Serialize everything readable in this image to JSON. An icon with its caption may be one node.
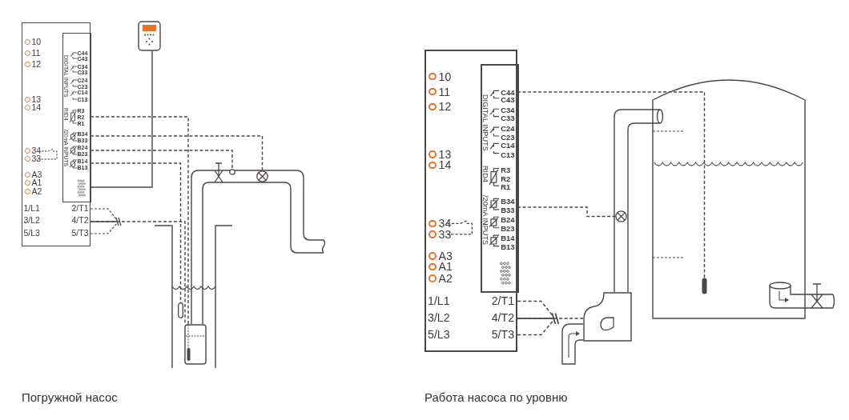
{
  "diagram": {
    "nodes": [
      {
        "text": [
          "10",
          "11",
          "12",
          "13",
          "14",
          "34",
          "33",
          "A3",
          "A1",
          "A2",
          "1/L1",
          "2/T1",
          "3/L2",
          "4/T2",
          "5/L3",
          "5/T3"
        ]
      },
      {
        "text": [
          "DIGITAL INPUTS",
          "C44",
          "C43",
          "C34",
          "C33",
          "C24",
          "C23",
          "C14",
          "C13",
          "RID4",
          "R3",
          "R2",
          "R1",
          "/20mA INPUTS",
          "B34",
          "B33",
          "B24",
          "B23",
          "B14",
          "B13"
        ],
        "in": 0
      },
      {
        "text": [],
        "shape": "picture"
      },
      {
        "text": [],
        "shape": "circle"
      },
      {
        "text": [],
        "shape": "circle"
      },
      {
        "text": [],
        "shape": "box"
      },
      {
        "text": [],
        "shape": "picture"
      },
      {
        "text": [
          "10",
          "11",
          "12",
          "13",
          "14",
          "34",
          "33",
          "A3",
          "A1",
          "A2",
          "1/L1",
          "2/T1",
          "3/L2",
          "4/T2",
          "5/L3",
          "5/T3"
        ]
      },
      {
        "text": [
          "DIGITAL INPUTS",
          "C44",
          "C43",
          "C34",
          "C33",
          "C24",
          "C23",
          "C14",
          "C13",
          "RID4",
          "R3",
          "R2",
          "R1",
          "/20mA INPUTS",
          "B34",
          "B33",
          "B24",
          "B23",
          "B14",
          "B13"
        ],
        "in": 7
      },
      {
        "text": [],
        "shape": "circle"
      },
      {
        "text": [],
        "shape": "bar"
      },
      {
        "text": [],
        "shape": "picture"
      }
    ],
    "edges": [
      {
        "from": 1,
        "to": 2,
        "arrow": "none"
      },
      {
        "from": 1,
        "to": 6,
        "arrow": "none",
        "style": "dashed"
      },
      {
        "from": 1,
        "to": 4,
        "arrow": "none",
        "style": "dashed"
      },
      {
        "from": 1,
        "to": 3,
        "arrow": "none",
        "style": "dashed"
      },
      {
        "from": 1,
        "to": 5,
        "arrow": "none",
        "style": "dashed"
      },
      {
        "from": 0,
        "to": 6,
        "arrow": "none",
        "style": "dashed"
      },
      {
        "from": 8,
        "to": 10,
        "arrow": "none",
        "style": "dashed"
      },
      {
        "from": 8,
        "to": 9,
        "arrow": "none",
        "style": "dashed"
      },
      {
        "from": 7,
        "to": 11,
        "arrow": "none",
        "style": "dashed"
      }
    ],
    "labels": [
      "Погружной насос",
      "Работа насоса по уровню"
    ]
  }
}
